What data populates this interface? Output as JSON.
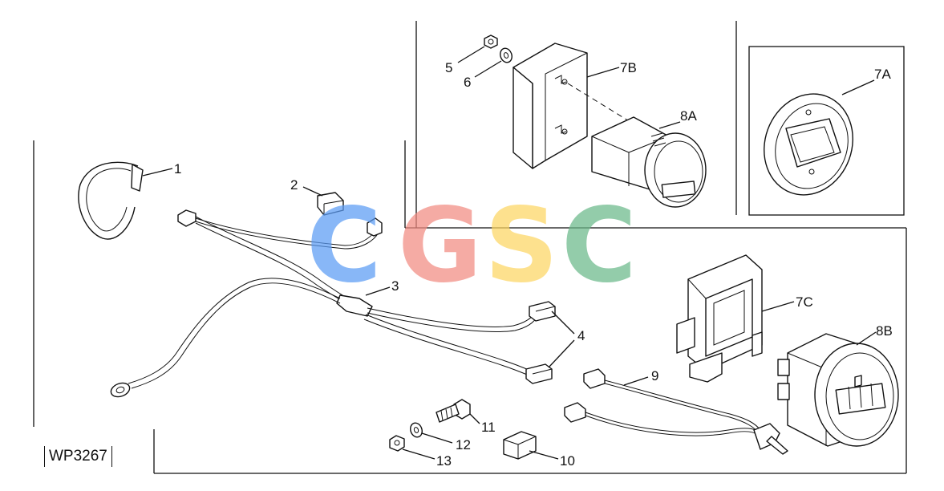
{
  "figure_code": "WP3267",
  "watermark": {
    "letters": [
      "C",
      "G",
      "S",
      "C"
    ],
    "colors": [
      "#5b9cf5",
      "#f28b82",
      "#fdd663",
      "#6ab98a"
    ]
  },
  "callouts": [
    "1",
    "2",
    "3",
    "4",
    "5",
    "6",
    "7A",
    "7B",
    "7C",
    "8A",
    "8B",
    "9",
    "10",
    "11",
    "12",
    "13"
  ],
  "parts": [
    {
      "id": "1",
      "name": "cable tie"
    },
    {
      "id": "2",
      "name": "connector"
    },
    {
      "id": "3",
      "name": "wiring harness"
    },
    {
      "id": "4",
      "name": "harness connectors"
    },
    {
      "id": "5",
      "name": "nut"
    },
    {
      "id": "6",
      "name": "washer"
    },
    {
      "id": "7A",
      "name": "gauge bezel"
    },
    {
      "id": "7B",
      "name": "mounting bracket"
    },
    {
      "id": "7C",
      "name": "mounting frame"
    },
    {
      "id": "8A",
      "name": "hour meter"
    },
    {
      "id": "8B",
      "name": "hour meter"
    },
    {
      "id": "9",
      "name": "jumper wire"
    },
    {
      "id": "10",
      "name": "connector block"
    },
    {
      "id": "11",
      "name": "bolt"
    },
    {
      "id": "12",
      "name": "washer"
    },
    {
      "id": "13",
      "name": "nut"
    }
  ]
}
